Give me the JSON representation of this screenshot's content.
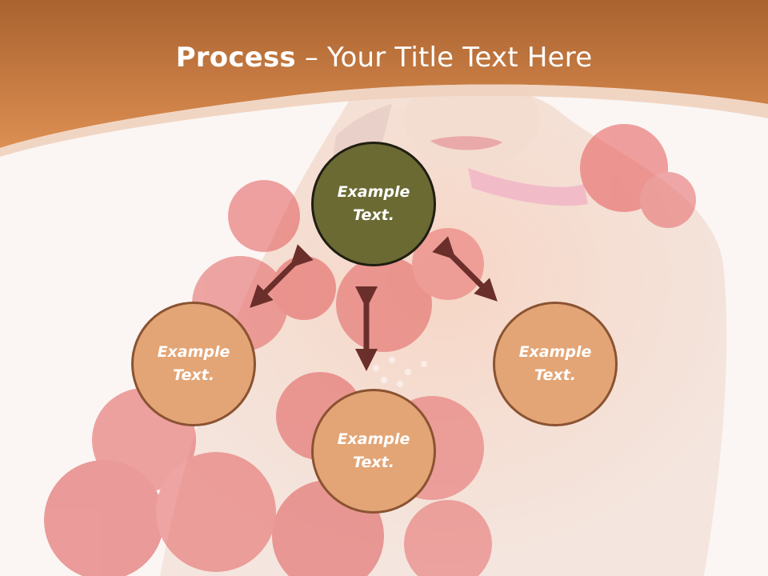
{
  "title": {
    "bold": "Process",
    "rest": " – Your Title Text Here"
  },
  "nodes": {
    "top": "Example\nText.",
    "left": "Example\nText.",
    "right": "Example\nText.",
    "bottom": "Example\nText."
  },
  "colors": {
    "header": "#c77a43",
    "center_fill": "#6b6a33",
    "peer_fill": "#e3a576",
    "arrow": "#6b2f2b"
  }
}
